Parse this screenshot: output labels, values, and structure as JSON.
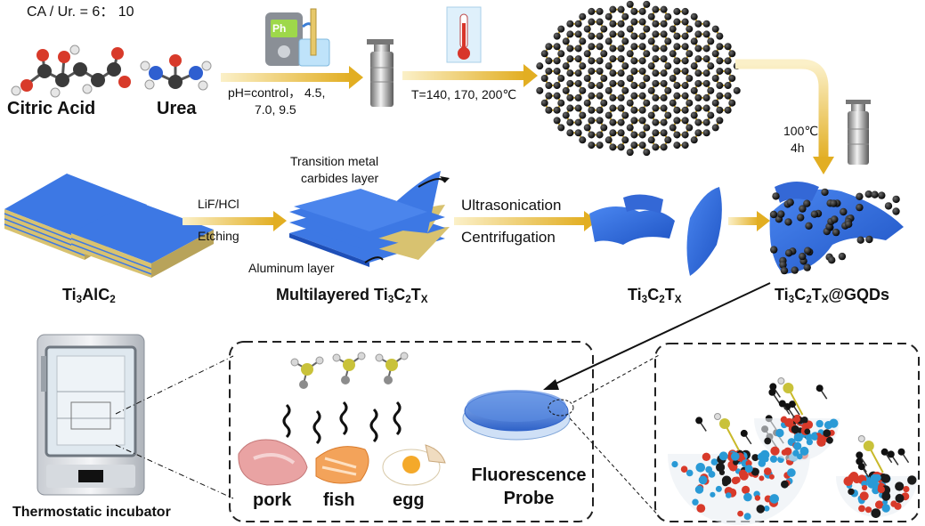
{
  "top_row": {
    "ratio": "CA / Ur. = 6： 10",
    "citric_acid": "Citric Acid",
    "urea": "Urea",
    "ph_icon": "Ph",
    "ph_line1": "pH=control， 4.5,",
    "ph_line2": "7.0, 9.5",
    "temperature": "T=140, 170, 200℃",
    "step_temp": "100℃",
    "step_time": "4h"
  },
  "middle_row": {
    "ti3alc2": {
      "main": "Ti",
      "s1": "3",
      "mid": "AlC",
      "s2": "2"
    },
    "etch_line1": "LiF/HCl",
    "etch_line2": "Etching",
    "tmc_line1": "Transition metal",
    "tmc_line2": "carbides layer",
    "al_layer": "Aluminum layer",
    "multilayered": {
      "prefix": "Multilayered Ti",
      "s1": "3",
      "c": "C",
      "s2": "2",
      "t": "T",
      "s3": "X"
    },
    "ultrasonication": "Ultrasonication",
    "centrifugation": "Centrifugation",
    "mxene": {
      "a": "Ti",
      "s1": "3",
      "c": "C",
      "s2": "2",
      "t": "T",
      "s3": "X"
    },
    "composite": {
      "a": "Ti",
      "s1": "3",
      "c": "C",
      "s2": "2",
      "t": "T",
      "s3": "X",
      "suffix": "@GQDs"
    }
  },
  "bottom_row": {
    "incubator": "Thermostatic incubator",
    "pork": "pork",
    "fish": "fish",
    "egg": "egg",
    "probe_line1": "Fluorescence",
    "probe_line2": "Probe"
  },
  "colors": {
    "arrow_gold": "#e8b830",
    "mxene_blue": "#2f6fe0",
    "layer_gold": "#d8c270",
    "dashed_border": "#222222"
  }
}
